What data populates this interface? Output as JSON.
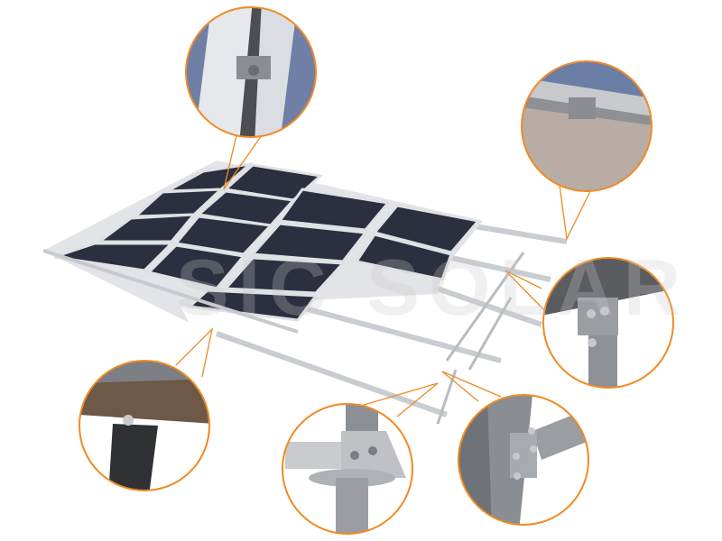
{
  "illustration": {
    "subject": "Ground-mounted solar panel racking system",
    "watermark": "SIC SOLAR",
    "panel_grid": {
      "rows": 4,
      "cols": 4,
      "panels_shown": 14
    },
    "accent_color": "#f08a24",
    "panel_color": "#2b2f3f",
    "rail_color": "#d6d8dc",
    "callouts": [
      {
        "id": "mid-clamp",
        "position": "top-center",
        "depicts": "mid clamp between two panels on rail"
      },
      {
        "id": "end-clamp",
        "position": "top-right",
        "depicts": "end clamp on rail edge"
      },
      {
        "id": "rail-to-beam",
        "position": "right",
        "depicts": "rail-to-beam connector on post"
      },
      {
        "id": "rail-joint",
        "position": "bottom-left",
        "depicts": "rail clamp on cross beam"
      },
      {
        "id": "post-base",
        "position": "bottom-center",
        "depicts": "beam-to-pile bracket with bolts"
      },
      {
        "id": "brace-joint",
        "position": "bottom-right",
        "depicts": "diagonal brace bolted connection"
      }
    ]
  }
}
